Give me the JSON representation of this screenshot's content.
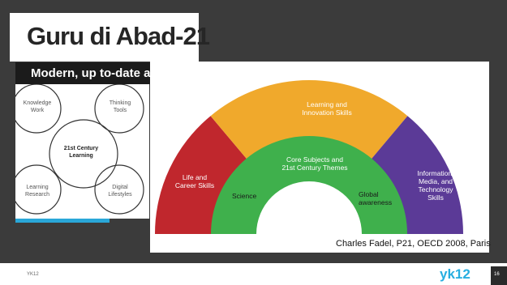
{
  "slide": {
    "title": "Guru di Abad-21",
    "subtitle": "Modern, up to-date and up-grade",
    "credit": "Charles Fadel, P21, OECD 2008, Paris",
    "footer_left": "YK12",
    "brand": "yk12",
    "page_number": "16"
  },
  "venn": {
    "center_lines": [
      "21st Century",
      "Learning"
    ],
    "top_left_lines": [
      "Knowledge",
      "Work"
    ],
    "top_right_lines": [
      "Thinking",
      "Tools"
    ],
    "bottom_left_lines": [
      "Learning",
      "Research"
    ],
    "bottom_right_lines": [
      "Digital",
      "Lifestyles"
    ]
  },
  "rainbow": {
    "outer_top_lines": [
      "Learning and",
      "Innovation Skills"
    ],
    "outer_left_lines": [
      "Life and",
      "Career Skills"
    ],
    "outer_right_lines": [
      "Information,",
      "Media, and",
      "Technology",
      "Skills"
    ],
    "inner_top_lines": [
      "Core Subjects and",
      "21st Century Themes"
    ],
    "inner_left": "Science",
    "inner_right_lines": [
      "Global",
      "awareness"
    ]
  },
  "colors": {
    "band": "#3b3b3b",
    "accent_blue": "#2aa7d8",
    "arc_red": "#c0272d",
    "arc_yellow": "#f0a92c",
    "arc_purple": "#5b3a97",
    "arc_green": "#3fb04c"
  }
}
